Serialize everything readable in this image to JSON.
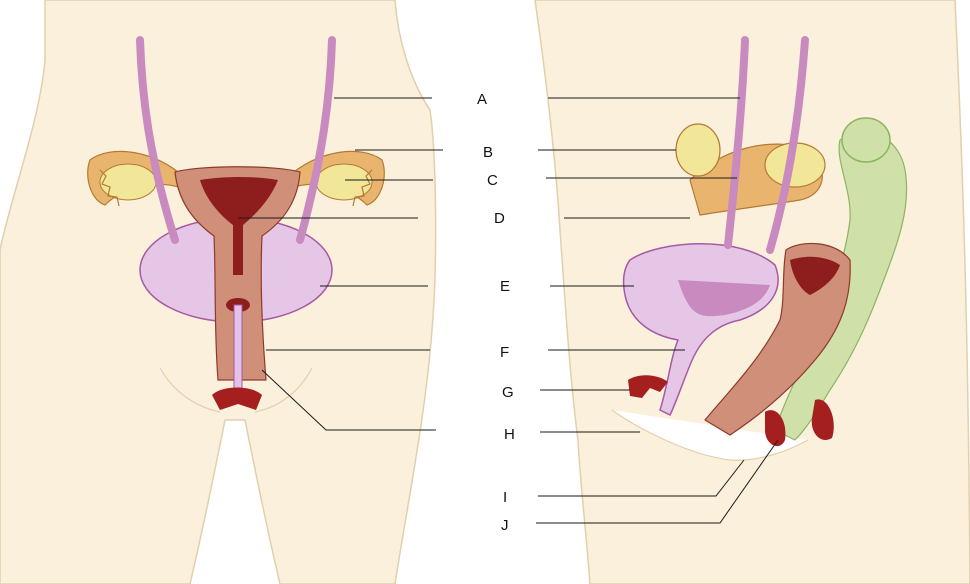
{
  "labels": [
    "A",
    "B",
    "C",
    "D",
    "E",
    "F",
    "G",
    "H",
    "I",
    "J"
  ],
  "colors": {
    "skin": "#fbf0dc",
    "skin_outline": "#e2cfae",
    "tube": "#c98ac0",
    "ovary": "#f2e699",
    "tube_tissue": "#e9b56e",
    "uterus_muscle": "#cf8f78",
    "uterus_cavity": "#8e1d1d",
    "bladder": "#e6c6e6",
    "bladder_outline": "#a55aa3",
    "intestine": "#cfe0a8",
    "intestine_outline": "#8db463",
    "labia": "#a61f1f"
  }
}
